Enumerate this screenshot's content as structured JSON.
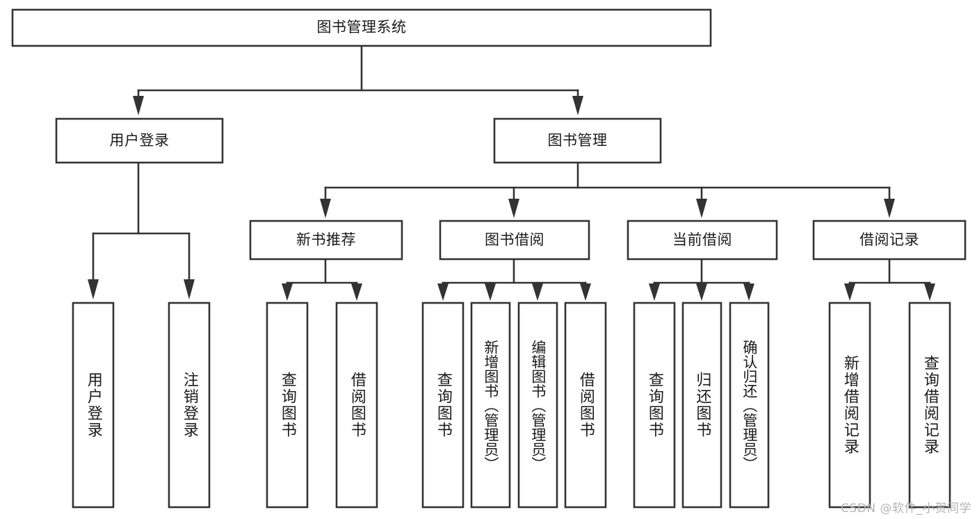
{
  "diagram": {
    "type": "tree-hierarchy-chart",
    "title": "图书管理系统",
    "orientation": "top-down",
    "colors": {
      "box_stroke": "#333333",
      "box_fill": "#ffffff",
      "connector": "#333333",
      "text": "#1a1a1a",
      "background": "#ffffff",
      "watermark": "#b4b4b4"
    },
    "levels": [
      {
        "level": 1,
        "nodes": [
          {
            "id": "root",
            "label": "图书管理系统",
            "text_dir": "horizontal"
          }
        ]
      },
      {
        "level": 2,
        "nodes": [
          {
            "id": "user-login",
            "label": "用户登录",
            "text_dir": "horizontal",
            "parent": "root"
          },
          {
            "id": "book-mgmt",
            "label": "图书管理",
            "text_dir": "horizontal",
            "parent": "root"
          }
        ]
      },
      {
        "level": 3,
        "nodes": [
          {
            "id": "new-book-rec",
            "label": "新书推荐",
            "text_dir": "horizontal",
            "parent": "book-mgmt"
          },
          {
            "id": "book-borrow",
            "label": "图书借阅",
            "text_dir": "horizontal",
            "parent": "book-mgmt"
          },
          {
            "id": "current-borrow",
            "label": "当前借阅",
            "text_dir": "horizontal",
            "parent": "book-mgmt"
          },
          {
            "id": "borrow-record",
            "label": "借阅记录",
            "text_dir": "horizontal",
            "parent": "book-mgmt"
          }
        ]
      },
      {
        "level": 4,
        "nodes": [
          {
            "id": "leaf-user-login",
            "label": "用户登录",
            "text_dir": "vertical",
            "parent": "user-login"
          },
          {
            "id": "leaf-logout",
            "label": "注销登录",
            "text_dir": "vertical",
            "parent": "user-login"
          },
          {
            "id": "leaf-query-book-1",
            "label": "查询图书",
            "text_dir": "vertical",
            "parent": "new-book-rec"
          },
          {
            "id": "leaf-borrow-book-1",
            "label": "借阅图书",
            "text_dir": "vertical",
            "parent": "new-book-rec"
          },
          {
            "id": "leaf-query-book-2",
            "label": "查询图书",
            "text_dir": "vertical",
            "parent": "book-borrow"
          },
          {
            "id": "leaf-add-book",
            "label": "新增图书（管理员）",
            "text_dir": "vertical",
            "parent": "book-borrow"
          },
          {
            "id": "leaf-edit-book",
            "label": "编辑图书（管理员）",
            "text_dir": "vertical",
            "parent": "book-borrow"
          },
          {
            "id": "leaf-borrow-book-2",
            "label": "借阅图书",
            "text_dir": "vertical",
            "parent": "book-borrow"
          },
          {
            "id": "leaf-query-book-3",
            "label": "查询图书",
            "text_dir": "vertical",
            "parent": "current-borrow"
          },
          {
            "id": "leaf-return-book",
            "label": "归还图书",
            "text_dir": "vertical",
            "parent": "current-borrow"
          },
          {
            "id": "leaf-confirm-return",
            "label": "确认归还（管理员）",
            "text_dir": "vertical",
            "parent": "current-borrow"
          },
          {
            "id": "leaf-add-record",
            "label": "新增借阅记录",
            "text_dir": "vertical",
            "parent": "borrow-record"
          },
          {
            "id": "leaf-query-record",
            "label": "查询借阅记录",
            "text_dir": "vertical",
            "parent": "borrow-record"
          }
        ]
      }
    ]
  },
  "watermark": {
    "text": "CSDN @软件_小贺同学"
  }
}
